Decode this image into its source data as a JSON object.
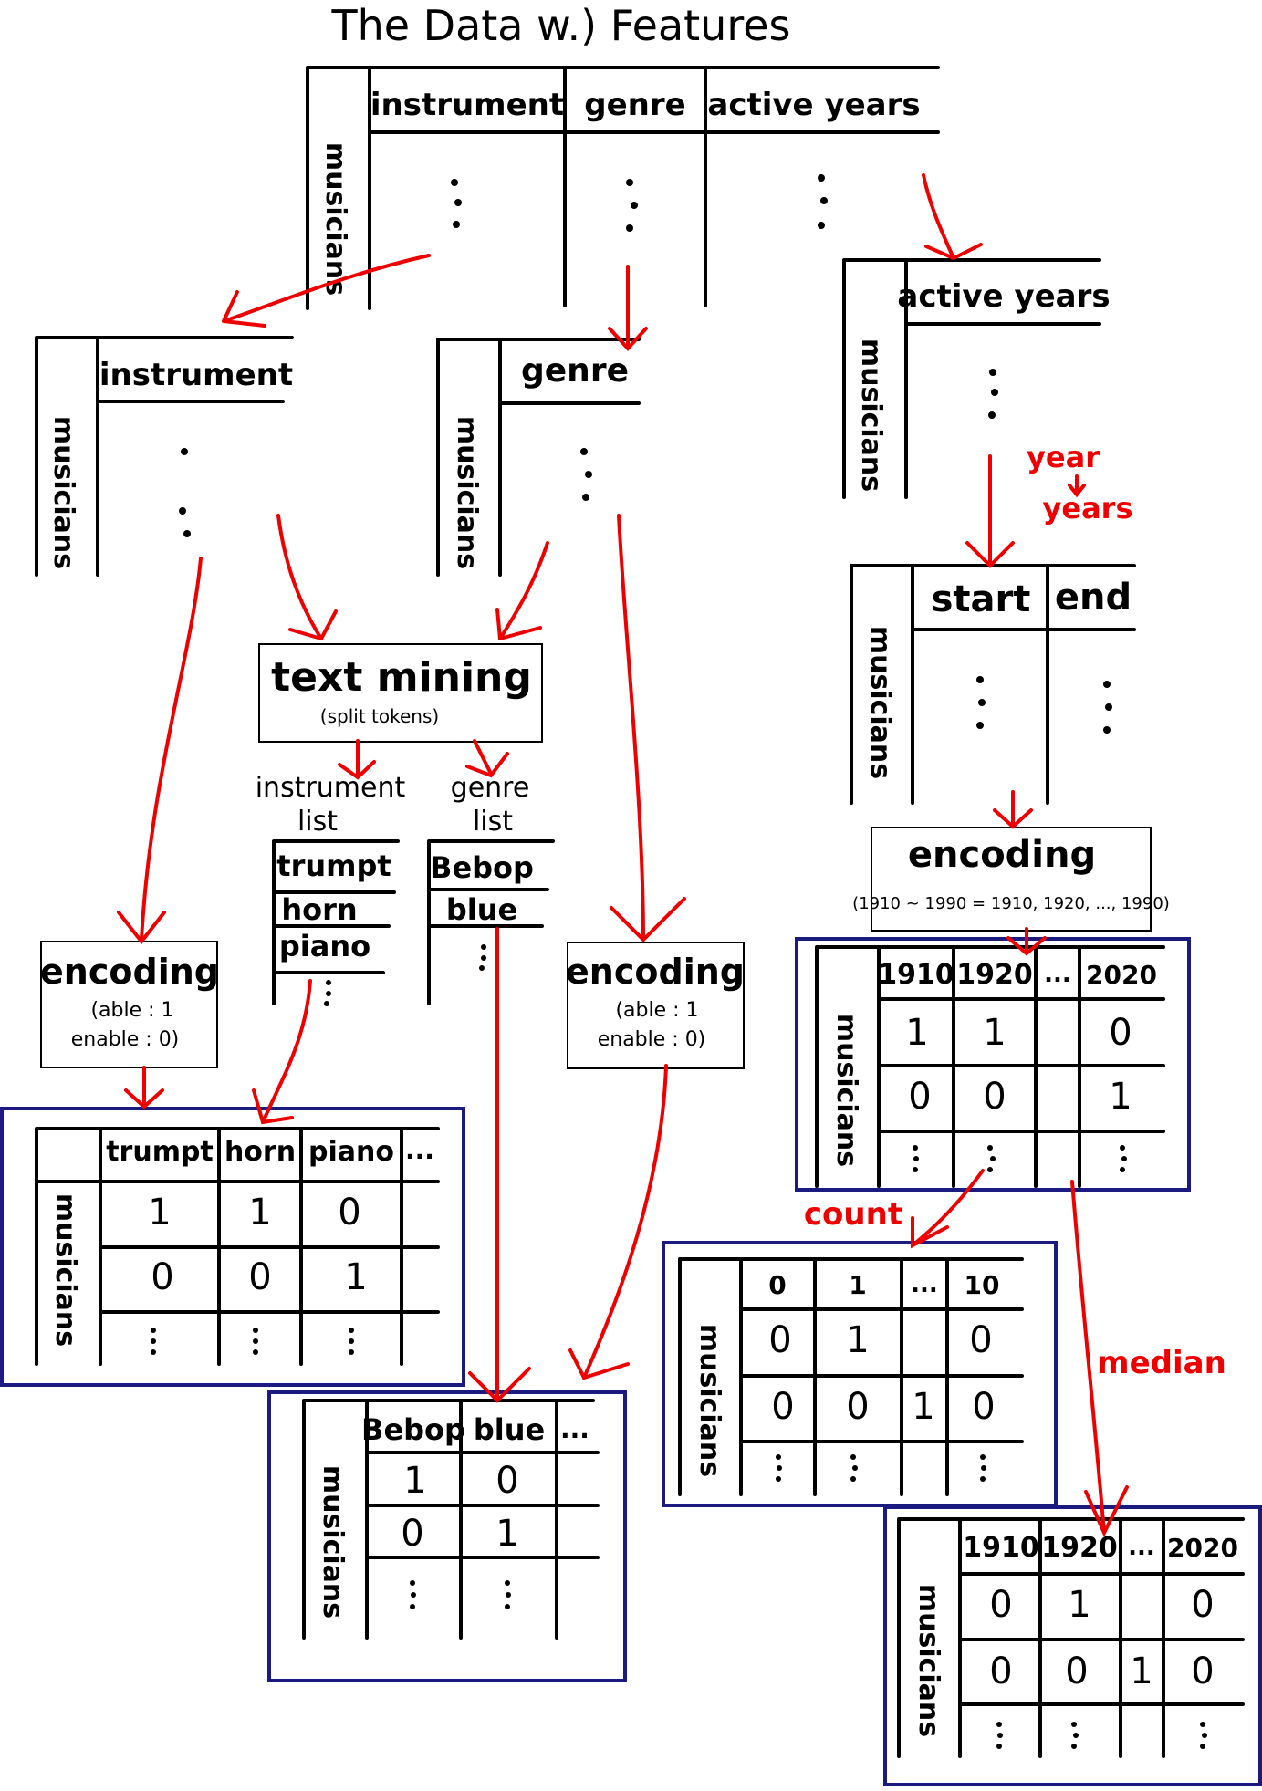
{
  "title": "The Data w.) Features",
  "row_label": "musicians",
  "ellipsis": "...",
  "main_table": {
    "headers": [
      "instrument",
      "genre",
      "active years"
    ]
  },
  "instrument_table": {
    "header": "instrument"
  },
  "genre_table": {
    "header": "genre"
  },
  "active_years_table": {
    "header": "active years"
  },
  "year_note": {
    "line1": "year",
    "line2": "years"
  },
  "start_end_table": {
    "headers": [
      "start",
      "end"
    ]
  },
  "text_mining": {
    "title": "text mining",
    "subtitle": "(split tokens)"
  },
  "instrument_list": {
    "label_line1": "instrument",
    "label_line2": "list",
    "items": [
      "trumpt",
      "horn",
      "piano"
    ]
  },
  "genre_list": {
    "label_line1": "genre",
    "label_line2": "list",
    "items": [
      "Bebop",
      "blue"
    ]
  },
  "encoding_left": {
    "title": "encoding",
    "line1": "(able : 1",
    "line2": "enable : 0)"
  },
  "encoding_mid": {
    "title": "encoding",
    "line1": "(able : 1",
    "line2": "enable : 0)"
  },
  "encoding_right": {
    "title": "encoding",
    "line1": "(1910 ~ 1990 = 1910, 1920, ..., 1990)"
  },
  "instrument_result": {
    "headers": [
      "trumpt",
      "horn",
      "piano",
      "..."
    ],
    "rows": [
      [
        "1",
        "1",
        "0"
      ],
      [
        "0",
        "0",
        "1"
      ]
    ]
  },
  "genre_result": {
    "headers": [
      "Bebop",
      "blue",
      "..."
    ],
    "rows": [
      [
        "1",
        "0"
      ],
      [
        "0",
        "1"
      ]
    ]
  },
  "years_result": {
    "headers": [
      "1910",
      "1920",
      "...",
      "2020"
    ],
    "rows": [
      [
        "1",
        "1",
        "",
        "0"
      ],
      [
        "0",
        "0",
        "",
        "1"
      ]
    ]
  },
  "count_note": "count",
  "count_result": {
    "headers": [
      "0",
      "1",
      "...",
      "10"
    ],
    "rows": [
      [
        "0",
        "1",
        "",
        "0"
      ],
      [
        "0",
        "0",
        "1",
        "0"
      ]
    ]
  },
  "median_note": "median",
  "median_result": {
    "headers": [
      "1910",
      "1920",
      "...",
      "2020"
    ],
    "rows": [
      [
        "0",
        "1",
        "",
        "0"
      ],
      [
        "0",
        "0",
        "1",
        "0"
      ]
    ]
  }
}
